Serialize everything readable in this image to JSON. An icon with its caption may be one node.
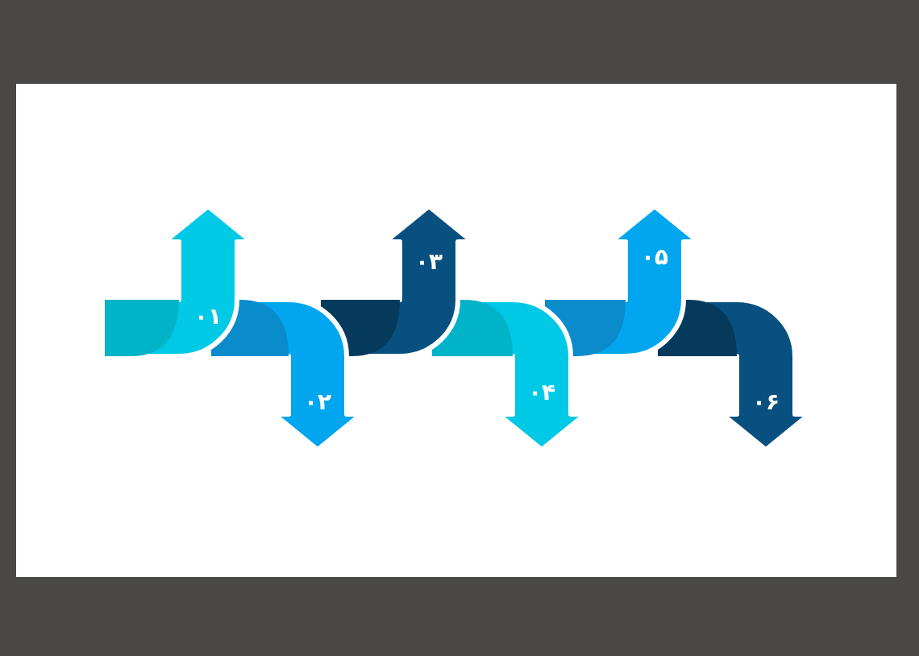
{
  "diagram": {
    "nodes": [
      {
        "text": [
          "۰۱"
        ]
      },
      {
        "text": [
          "۰۲"
        ]
      },
      {
        "text": [
          "۰۳"
        ]
      },
      {
        "text": [
          "۰۴"
        ]
      },
      {
        "text": [
          "۰۵"
        ]
      },
      {
        "text": [
          "۰۶"
        ]
      }
    ]
  }
}
